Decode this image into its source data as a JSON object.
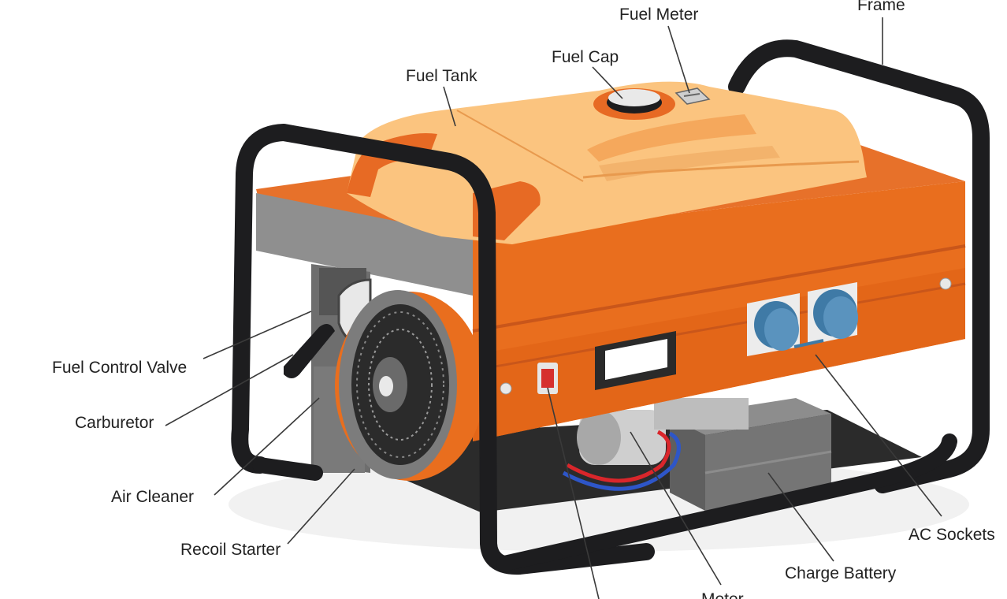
{
  "labels": {
    "frame": "Frame",
    "fuel_meter": "Fuel Meter",
    "fuel_cap": "Fuel Cap",
    "fuel_tank": "Fuel Tank",
    "fuel_control_valve": "Fuel Control Valve",
    "carburetor": "Carburetor",
    "air_cleaner": "Air Cleaner",
    "recoil_starter": "Recoil Starter",
    "ac_sockets": "AC Sockets",
    "charge_battery": "Charge Battery",
    "meter": "Meter"
  },
  "colors": {
    "body_orange": "#E96E1E",
    "body_orange_dark": "#C9561A",
    "tank_light": "#FBC47F",
    "tank_mid": "#F5A85C",
    "frame_black": "#1D1D1F",
    "engine_gray": "#8A8A8A",
    "panel_gray": "#9C9C9C",
    "socket_blue": "#4C87B3",
    "switch_red": "#D6302E",
    "battery_gray": "#757575",
    "wire_red": "#D9262B",
    "wire_blue": "#2E56C8"
  }
}
